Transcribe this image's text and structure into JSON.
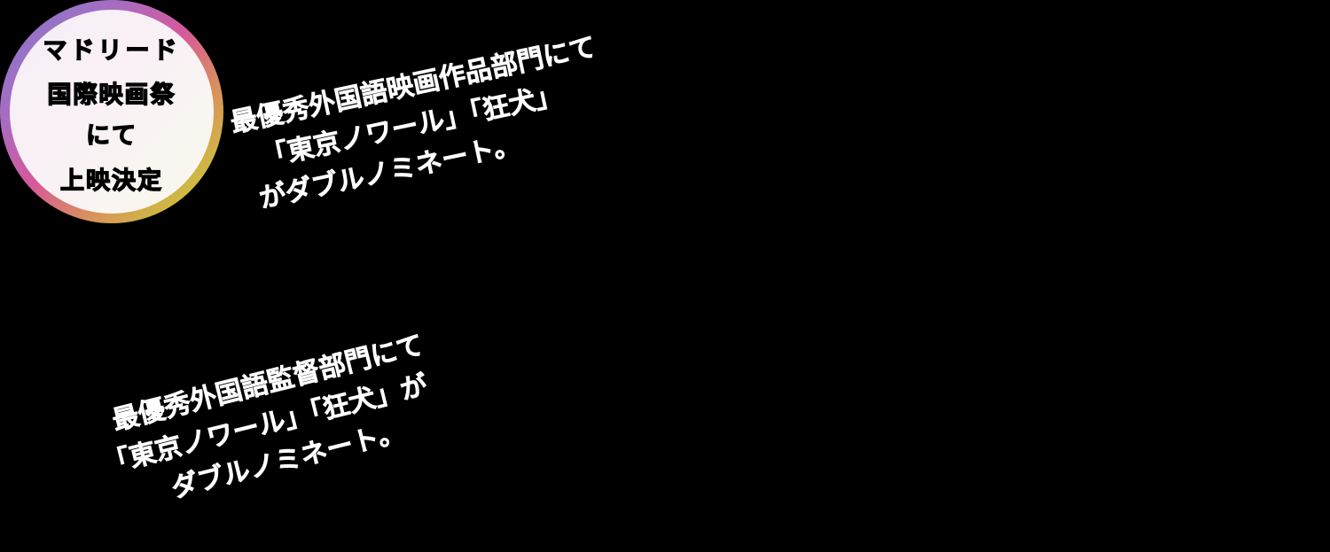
{
  "badge": {
    "lines": [
      "マドリード",
      "国際映画祭",
      "にて",
      "上映決定"
    ],
    "ring_gradient": [
      "#7f7ad0",
      "#d6589a",
      "#d9905e",
      "#c9cc34"
    ],
    "fill_color": "#f8f2f6",
    "text_color": "#000000"
  },
  "announcements": [
    {
      "lines": [
        "最優秀外国語映画作品部門にて",
        "「東京ノワール」「狂犬」",
        "がダブルノミネート。"
      ],
      "rotation_deg": -12,
      "align": "left"
    },
    {
      "lines": [
        "最優秀外国語監督部門にて",
        "「東京ノワール」「狂犬」が",
        "ダブルノミネート。"
      ],
      "rotation_deg": -14,
      "align": "center"
    }
  ],
  "colors": {
    "background": "#000000",
    "text": "#ffffff"
  }
}
